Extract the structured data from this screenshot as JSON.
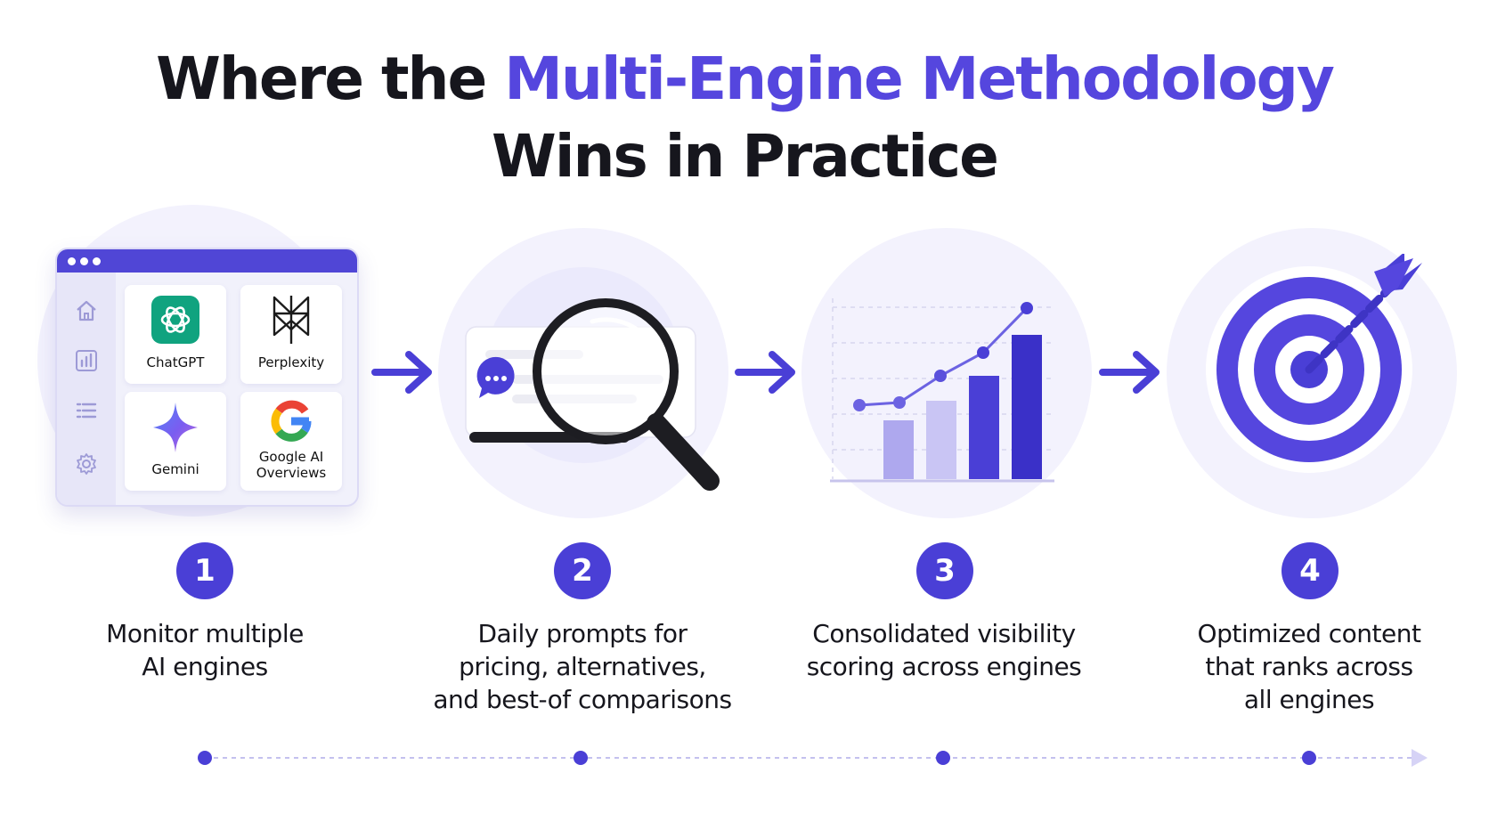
{
  "title": {
    "line1_prefix": "Where the",
    "line1_accent": "Multi-Engine Methodology",
    "line2": "Wins in Practice"
  },
  "colors": {
    "accent": "#5546de",
    "primary": "#4a3fd6",
    "halo": "#f3f2fd",
    "text": "#16161d"
  },
  "steps": [
    {
      "number": "1",
      "caption_lines": [
        "Monitor multiple",
        "AI engines"
      ],
      "icon": "ai-engines-dashboard-window",
      "engines": [
        {
          "name": "ChatGPT",
          "icon": "chatgpt-logo"
        },
        {
          "name": "Perplexity",
          "icon": "perplexity-logo"
        },
        {
          "name": "Gemini",
          "icon": "gemini-sparkle"
        },
        {
          "name_lines": [
            "Google AI",
            "Overviews"
          ],
          "icon": "google-g-logo"
        }
      ],
      "sidebar_icons": [
        "home-icon",
        "bar-chart-icon",
        "list-icon",
        "gear-icon"
      ]
    },
    {
      "number": "2",
      "caption_lines": [
        "Daily prompts for",
        "pricing, alternatives,",
        "and best-of comparisons"
      ],
      "icon": "magnifying-glass-over-chat-card"
    },
    {
      "number": "3",
      "caption_lines": [
        "Consolidated visibility",
        "scoring across engines"
      ],
      "icon": "rising-bar-and-line-chart"
    },
    {
      "number": "4",
      "caption_lines": [
        "Optimized content",
        "that ranks across",
        "all engines"
      ],
      "icon": "target-with-arrow"
    }
  ]
}
